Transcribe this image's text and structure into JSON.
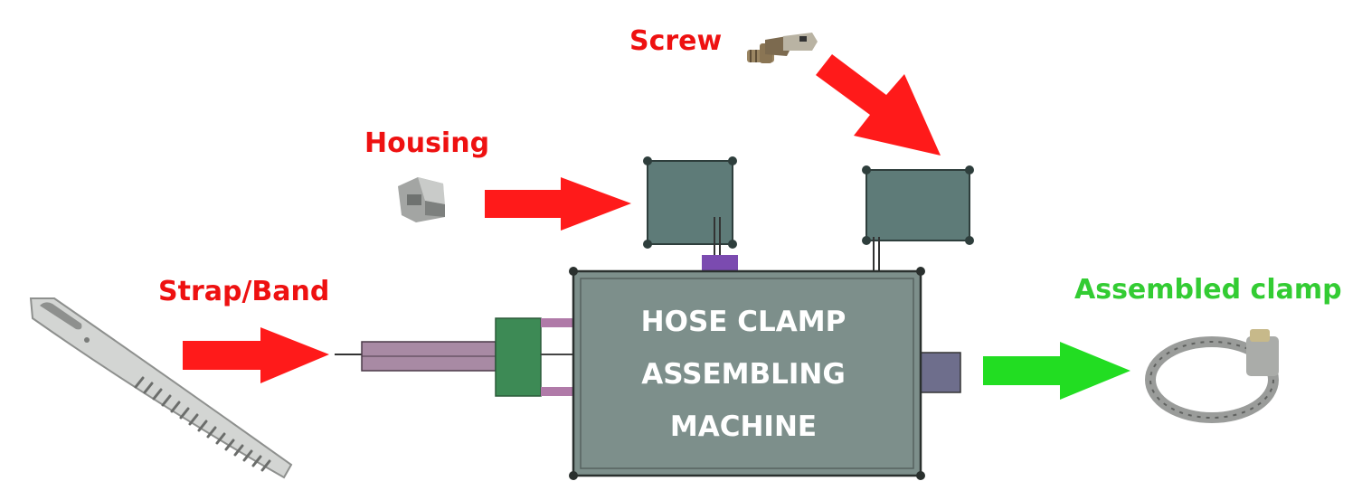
{
  "labels": {
    "screw": "Screw",
    "housing": "Housing",
    "strap": "Strap/Band",
    "output": "Assembled clamp"
  },
  "machine": {
    "line1": "HOSE CLAMP",
    "line2": "ASSEMBLING",
    "line3": "MACHINE"
  },
  "colors": {
    "input_arrow": "#ff1a1a",
    "output_arrow": "#22dd22",
    "input_label": "#ee1111",
    "output_label": "#33cc33",
    "machine_body": "#7d8f8b",
    "feeder_box": "#5e7b78"
  }
}
